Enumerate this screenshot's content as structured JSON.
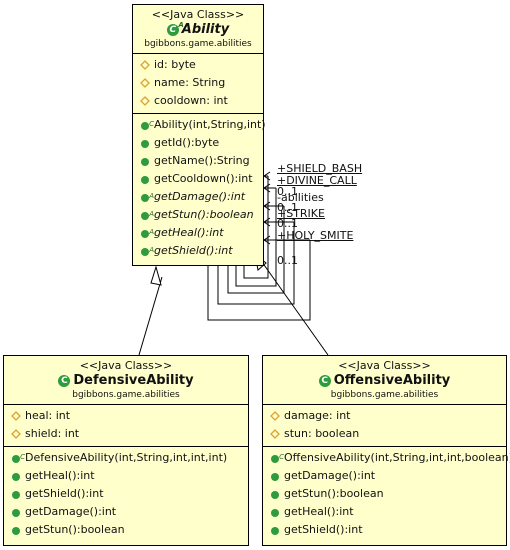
{
  "classes": {
    "ability": {
      "stereotype": "<<Java Class>>",
      "name": "Ability",
      "package": "bgibbons.game.abilities",
      "abstract": true,
      "attributes": [
        "id: byte",
        "name: String",
        "cooldown: int"
      ],
      "methods": [
        {
          "text": "Ability(int,String,int)",
          "abstract": false,
          "ctor": true
        },
        {
          "text": "getId():byte",
          "abstract": false,
          "ctor": false
        },
        {
          "text": "getName():String",
          "abstract": false,
          "ctor": false
        },
        {
          "text": "getCooldown():int",
          "abstract": false,
          "ctor": false
        },
        {
          "text": "getDamage():int",
          "abstract": true,
          "ctor": false
        },
        {
          "text": "getStun():boolean",
          "abstract": true,
          "ctor": false
        },
        {
          "text": "getHeal():int",
          "abstract": true,
          "ctor": false
        },
        {
          "text": "getShield():int",
          "abstract": true,
          "ctor": false
        }
      ]
    },
    "defensive": {
      "stereotype": "<<Java Class>>",
      "name": "DefensiveAbility",
      "package": "bgibbons.game.abilities",
      "abstract": false,
      "attributes": [
        "heal: int",
        "shield: int"
      ],
      "methods": [
        {
          "text": "DefensiveAbility(int,String,int,int,int)",
          "abstract": false,
          "ctor": true
        },
        {
          "text": "getHeal():int",
          "abstract": false,
          "ctor": false
        },
        {
          "text": "getShield():int",
          "abstract": false,
          "ctor": false
        },
        {
          "text": "getDamage():int",
          "abstract": false,
          "ctor": false
        },
        {
          "text": "getStun():boolean",
          "abstract": false,
          "ctor": false
        }
      ]
    },
    "offensive": {
      "stereotype": "<<Java Class>>",
      "name": "OffensiveAbility",
      "package": "bgibbons.game.abilities",
      "abstract": false,
      "attributes": [
        "damage: int",
        "stun: boolean"
      ],
      "methods": [
        {
          "text": "OffensiveAbility(int,String,int,int,boolean)",
          "abstract": false,
          "ctor": true
        },
        {
          "text": "getDamage():int",
          "abstract": false,
          "ctor": false
        },
        {
          "text": "getStun():boolean",
          "abstract": false,
          "ctor": false
        },
        {
          "text": "getHeal():int",
          "abstract": false,
          "ctor": false
        },
        {
          "text": "getShield():int",
          "abstract": false,
          "ctor": false
        }
      ]
    }
  },
  "association_labels": {
    "shield_bash": "+SHIELD_BASH",
    "divine_call": "+DIVINE_CALL",
    "mult_1": "0..1",
    "abilities": "-abilities",
    "mult_2": "0..1",
    "strike": "+STRIKE",
    "mult_3": "0..1",
    "holy_smite": "+HOLY_SMITE",
    "mult_4": "0..1"
  },
  "colors": {
    "class_fill": "#ffffcc",
    "class_icon": "#2e9b3e",
    "field_icon": "#e0a030",
    "method_icon": "#2e9b3e"
  }
}
